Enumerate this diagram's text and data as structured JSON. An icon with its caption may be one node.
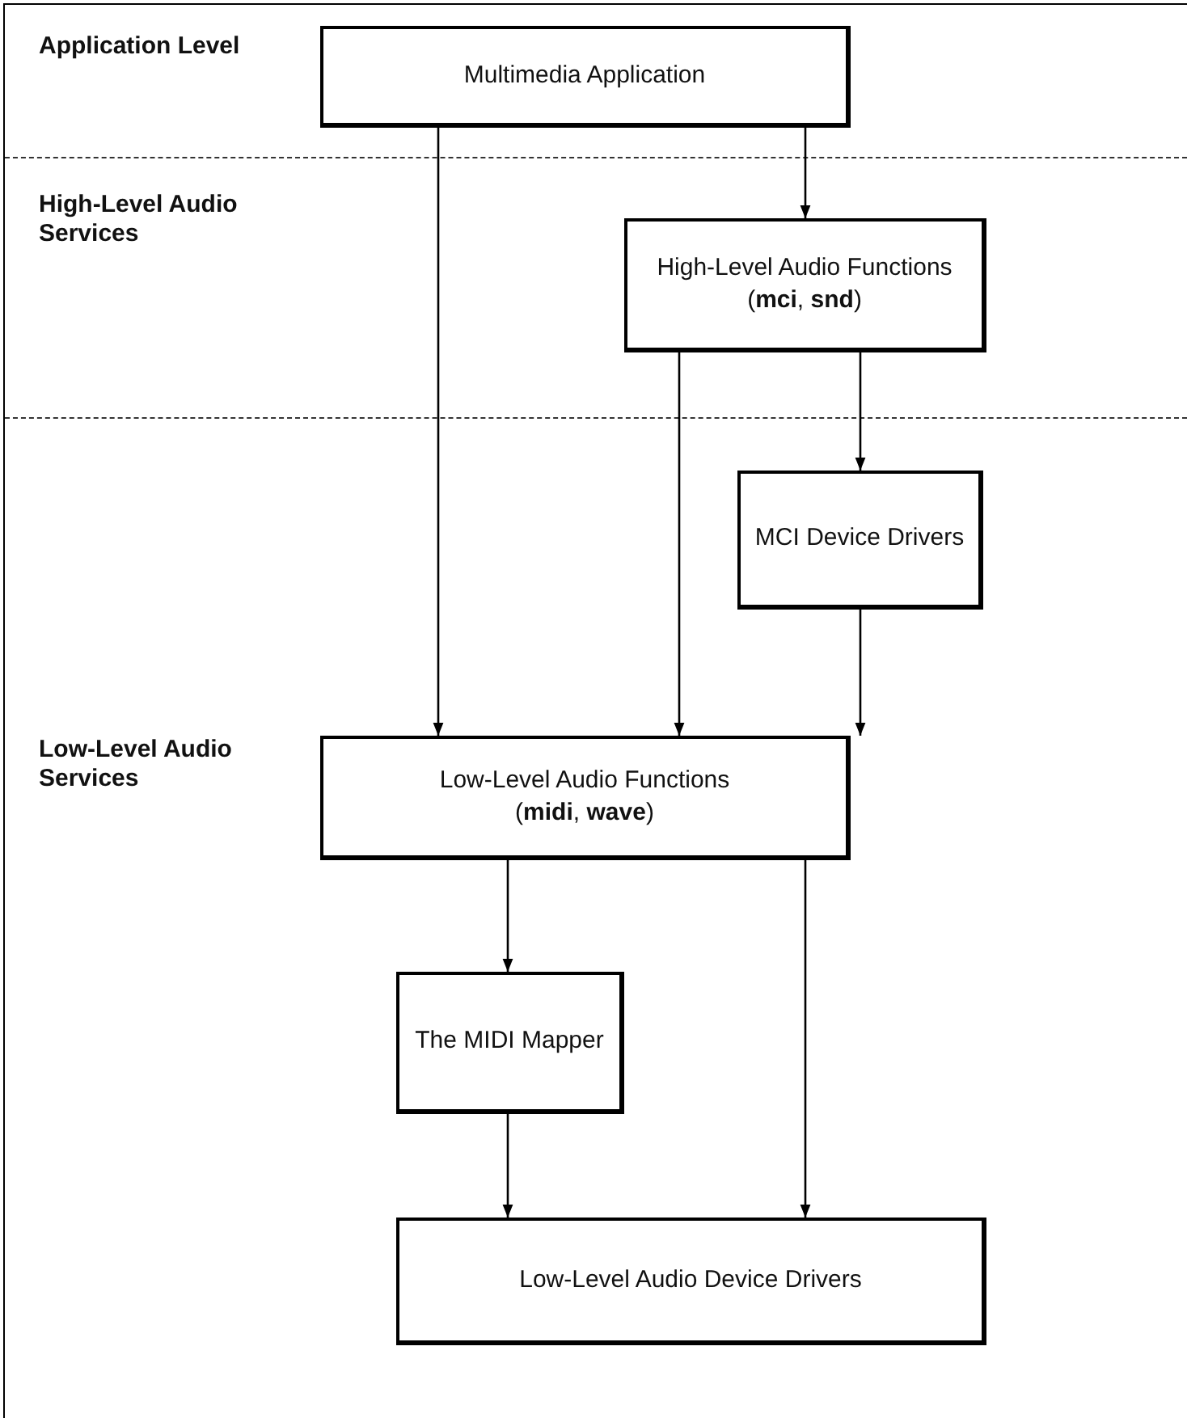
{
  "diagram": {
    "nodes": [
      {
        "text": [
          "Multimedia Application"
        ]
      },
      {
        "text": [
          "High-Level Audio Functions (**mci**, **snd**)"
        ]
      },
      {
        "text": [
          "MCI Device Drivers"
        ]
      },
      {
        "text": [
          "Low-Level Audio Functions (**midi**, **wave**)"
        ]
      },
      {
        "text": [
          "The MIDI Mapper"
        ]
      },
      {
        "text": [
          "Low-Level Audio Device Drivers"
        ]
      }
    ],
    "edges": [
      {
        "from": 0,
        "to": 3,
        "arrow": "to"
      },
      {
        "from": 0,
        "to": 1,
        "arrow": "to"
      },
      {
        "from": 1,
        "to": 3,
        "arrow": "to"
      },
      {
        "from": 1,
        "to": 2,
        "arrow": "to"
      },
      {
        "from": 2,
        "to": 3,
        "arrow": "to"
      },
      {
        "from": 3,
        "to": 4,
        "arrow": "to"
      },
      {
        "from": 3,
        "to": 5,
        "arrow": "to"
      },
      {
        "from": 4,
        "to": 5,
        "arrow": "to"
      }
    ],
    "labels": [
      "Application Level",
      "High-Level Audio Services",
      "Low-Level Audio Services"
    ]
  }
}
